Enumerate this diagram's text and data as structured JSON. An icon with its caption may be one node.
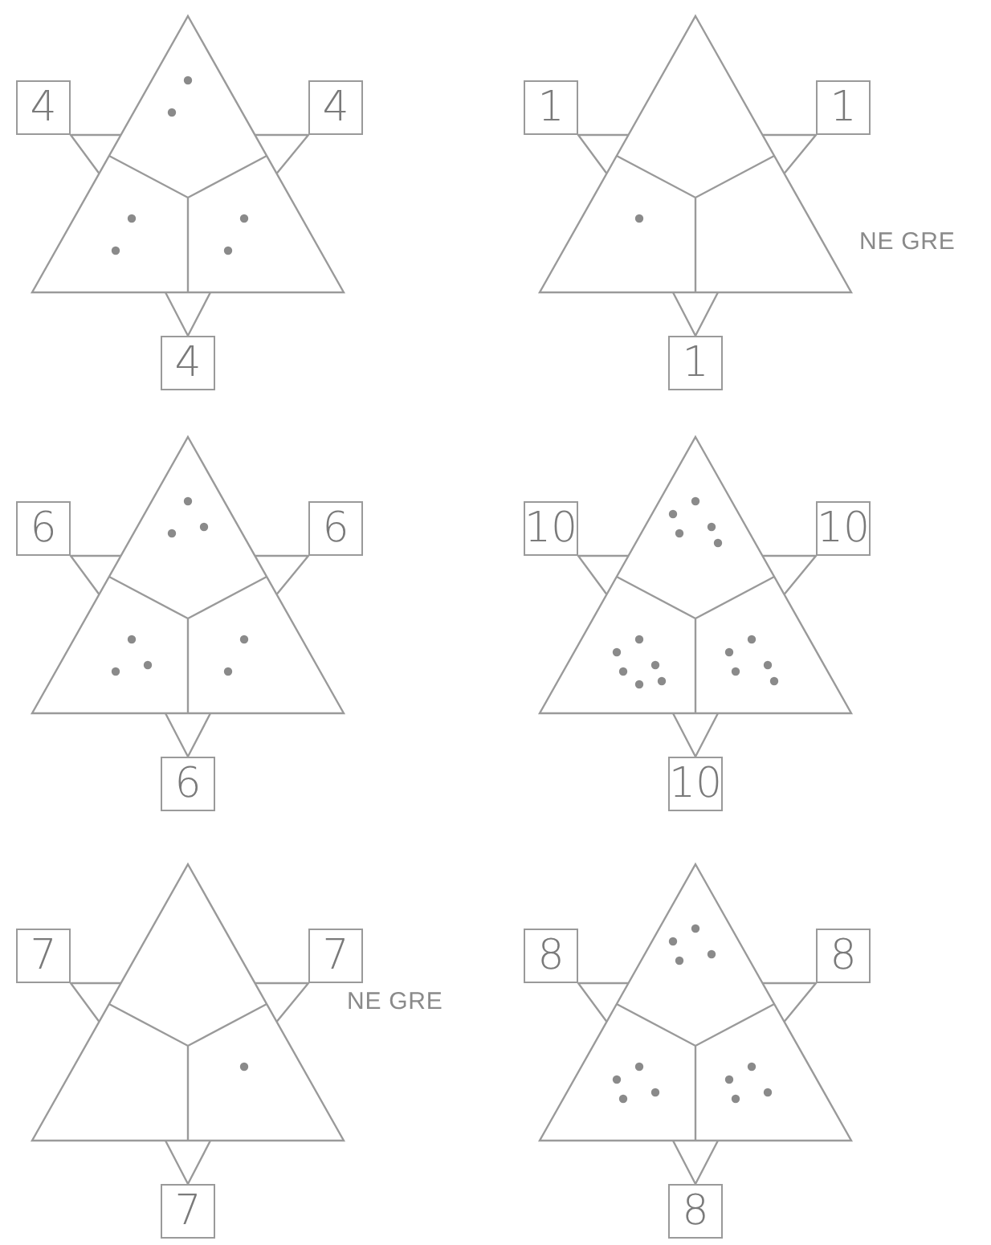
{
  "diagram": {
    "nodes": [
      {
        "text": [],
        "shape": "triangle"
      },
      {
        "text": [
          "4"
        ]
      },
      {
        "text": [
          "4"
        ]
      },
      {
        "text": [
          "4"
        ]
      },
      {
        "text": [],
        "shape": "triangle",
        "beside": [
          "NE GRE"
        ]
      },
      {
        "text": [
          "1"
        ]
      },
      {
        "text": [
          "1"
        ]
      },
      {
        "text": [
          "1"
        ]
      },
      {
        "text": [],
        "shape": "triangle"
      },
      {
        "text": [
          "6"
        ]
      },
      {
        "text": [
          "6"
        ]
      },
      {
        "text": [
          "6"
        ]
      },
      {
        "text": [],
        "shape": "triangle"
      },
      {
        "text": [
          "10"
        ]
      },
      {
        "text": [
          "10"
        ]
      },
      {
        "text": [
          "10"
        ]
      },
      {
        "text": [],
        "shape": "triangle",
        "beside": [
          "NE GRE"
        ]
      },
      {
        "text": [
          "7"
        ]
      },
      {
        "text": [
          "7"
        ]
      },
      {
        "text": [
          "7"
        ]
      },
      {
        "text": [],
        "shape": "triangle"
      },
      {
        "text": [
          "8"
        ]
      },
      {
        "text": [
          "8"
        ]
      },
      {
        "text": [
          "8"
        ]
      }
    ],
    "edges": [
      {
        "from": 1,
        "to": 0,
        "arrow": "none"
      },
      {
        "from": 2,
        "to": 0,
        "arrow": "none"
      },
      {
        "from": 3,
        "to": 0,
        "arrow": "none"
      },
      {
        "from": 5,
        "to": 4,
        "arrow": "none"
      },
      {
        "from": 6,
        "to": 4,
        "arrow": "none"
      },
      {
        "from": 7,
        "to": 4,
        "arrow": "none"
      },
      {
        "from": 9,
        "to": 8,
        "arrow": "none"
      },
      {
        "from": 10,
        "to": 8,
        "arrow": "none"
      },
      {
        "from": 11,
        "to": 8,
        "arrow": "none"
      },
      {
        "from": 13,
        "to": 12,
        "arrow": "none"
      },
      {
        "from": 14,
        "to": 12,
        "arrow": "none"
      },
      {
        "from": 15,
        "to": 12,
        "arrow": "none"
      },
      {
        "from": 17,
        "to": 16,
        "arrow": "none"
      },
      {
        "from": 18,
        "to": 16,
        "arrow": "none"
      },
      {
        "from": 19,
        "to": 16,
        "arrow": "none"
      },
      {
        "from": 21,
        "to": 20,
        "arrow": "none"
      },
      {
        "from": 22,
        "to": 20,
        "arrow": "none"
      },
      {
        "from": 23,
        "to": 20,
        "arrow": "none"
      }
    ]
  }
}
